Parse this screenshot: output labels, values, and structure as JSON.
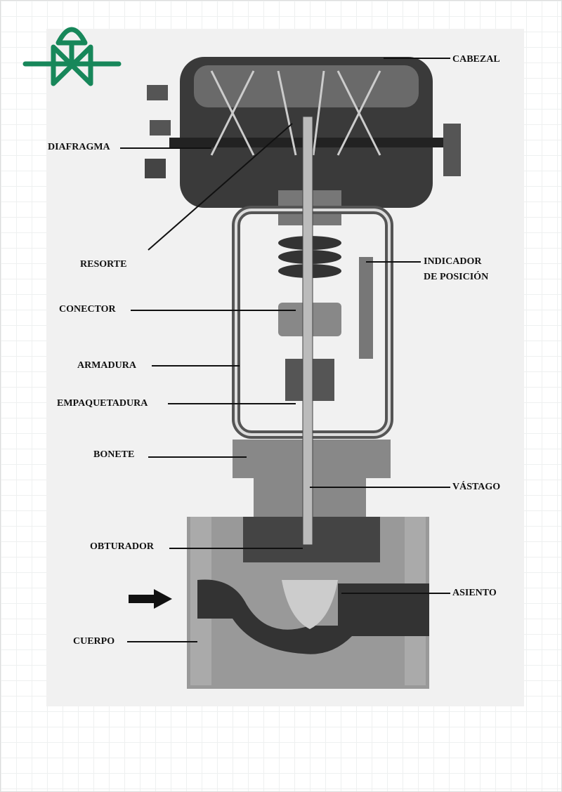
{
  "logo": {
    "icon": "control-valve-symbol-icon",
    "color": "#17875a"
  },
  "labels": {
    "cabezal": "CABEZAL",
    "diafragma": "DIAFRAGMA",
    "resorte": "RESORTE",
    "indicador_1": "INDICADOR",
    "indicador_2": "DE POSICIÓN",
    "conector": "CONECTOR",
    "armadura": "ARMADURA",
    "empaquetadura": "EMPAQUETADURA",
    "bonete": "BONETE",
    "vastago": "VÁSTAGO",
    "obturador": "OBTURADOR",
    "asiento": "ASIENTO",
    "cuerpo": "CUERPO"
  }
}
